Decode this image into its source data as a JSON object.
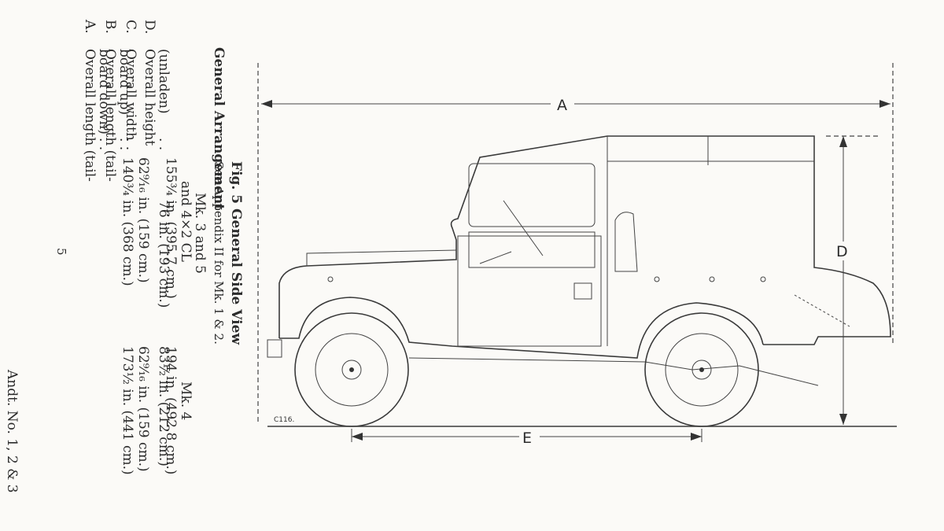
{
  "figure": {
    "number": "Fig. 5",
    "title": "General Side View",
    "subtitle_left": "General Arrangement",
    "subtitle_right": "See Appendix II for Mk. 1 & 2.",
    "drawing_code": "C116."
  },
  "dimension_letters": {
    "a": "A",
    "d": "D",
    "e": "E"
  },
  "table": {
    "col_mk35_line1": "Mk. 3 and 5",
    "col_mk35_line2": "and 4×2 CL",
    "col_mk4": "Mk. 4",
    "rows": [
      {
        "key": "A.",
        "label_lines": [
          "Overall length (tail-",
          "board down)",
          ""
        ],
        "dots": ". .",
        "mk35": "",
        "mk4": ""
      },
      {
        "key": "B.",
        "label_lines": [
          "Overall length (tail-",
          "board up)",
          ""
        ],
        "dots": ". .",
        "mk35": "",
        "mk4": ""
      },
      {
        "key": "C.",
        "label_lines": [
          "Overall width",
          ""
        ],
        "dots": ". .",
        "mk35": "",
        "mk4": ""
      },
      {
        "key": "D.",
        "label_lines": [
          "Overall height",
          "(unladen)"
        ],
        "dots": ". .",
        "mk35": "",
        "mk4": ""
      }
    ],
    "values": {
      "a_mk35": "155¾ in. (395.7 cm.)",
      "a_mk4": "194 in. (492.8 cm.)",
      "b_mk35": "140¾ in. (368 cm.)",
      "b_mk4": "173½ in. (441 cm.)",
      "c_mk35": "62⁹⁄₁₆ in. (159 cm.)",
      "c_mk4": "62⁹⁄₁₆ in. (159 cm.)",
      "d_mk35": "76 in. (193 cm.)",
      "d_mk4": "83½ in. (212 cm.)"
    }
  },
  "page_number": "5",
  "amendment": "Andt. No. 1, 2 & 3"
}
